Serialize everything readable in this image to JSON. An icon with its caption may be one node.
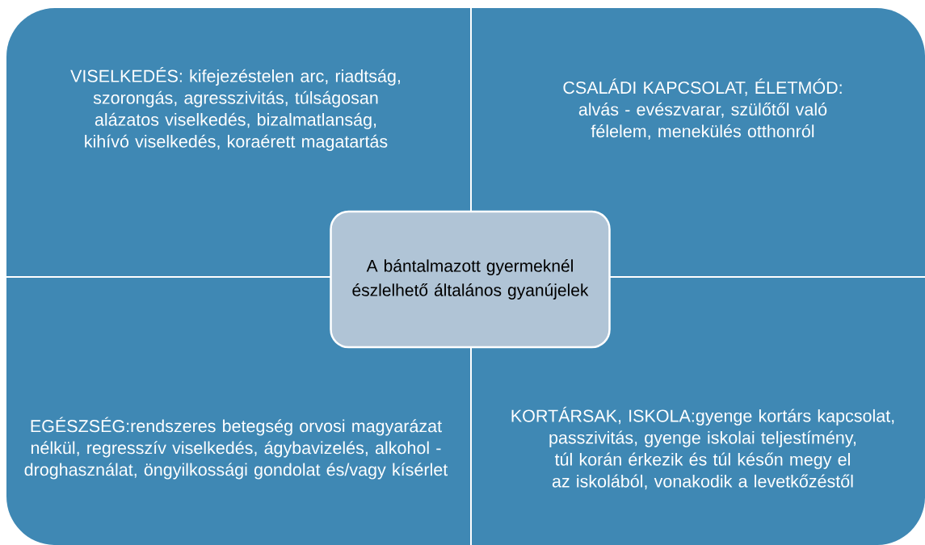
{
  "diagram": {
    "nodes": [
      {
        "text": [
          "VISELKEDÉS: kifejezéstelen arc, riadtság, szorongás, agresszivitás, túlságosan alázatos viselkedés, bizalmatlanság, kihívó viselkedés, koraérett magatartás"
        ]
      },
      {
        "text": [
          "CSALÁDI KAPCSOLAT, ÉLETMÓD: alvás - evészvarar, szülőtől való félelem, menekülés otthonról"
        ]
      },
      {
        "text": [
          "A bántalmazott gyermeknél észlelhető általános gyanújelek"
        ]
      },
      {
        "text": [
          "EGÉSZSÉG:rendszeres betegség orvosi magyarázat nélkül, regresszív viselkedés, ágybavizelés, alkohol - droghasználat, öngyilkossági gondolat és/vagy kísérlet"
        ]
      },
      {
        "text": [
          "KORTÁRSAK, ISKOLA:gyenge kortárs kapcsolat, passzivitás, gyenge iskolai teljestímény, túl korán érkezik és túl későn megy el az iskolából, vonakodik a levetkőzéstől"
        ]
      }
    ]
  }
}
